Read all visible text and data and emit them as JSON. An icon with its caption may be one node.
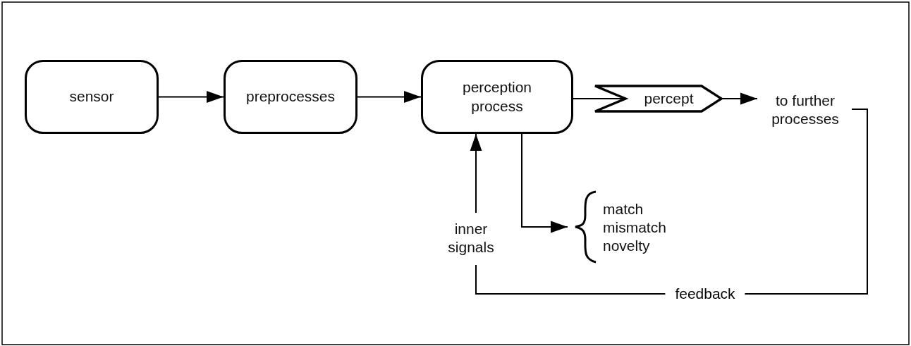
{
  "diagram": {
    "nodes": [
      {
        "text": [
          "sensor"
        ]
      },
      {
        "text": [
          "preprocesses"
        ]
      },
      {
        "text": [
          "perception process"
        ]
      },
      {
        "text": [
          "percept"
        ]
      },
      {
        "text": [
          "to further processes"
        ]
      },
      {
        "text": [
          "inner signals"
        ]
      },
      {
        "text": [
          "match",
          "mismatch",
          "novelty"
        ]
      }
    ],
    "edges": [
      {
        "from": 0,
        "to": 1,
        "arrow": "to"
      },
      {
        "from": 1,
        "to": 2,
        "arrow": "to"
      },
      {
        "from": 2,
        "to": 3,
        "arrow": "none"
      },
      {
        "from": 3,
        "to": 4,
        "arrow": "to"
      },
      {
        "from": 5,
        "to": 2,
        "arrow": "to"
      },
      {
        "from": 2,
        "to": 6,
        "arrow": "to"
      },
      {
        "from": 4,
        "to": 5,
        "arrow": "none",
        "label": "feedback"
      }
    ]
  }
}
